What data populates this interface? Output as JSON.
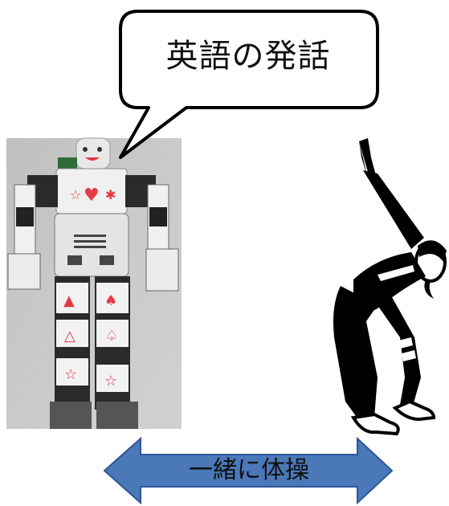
{
  "speech_bubble": {
    "text": "英語の発話"
  },
  "arrow": {
    "text": "一緒に体操",
    "fill": "#4a78b9",
    "stroke": "#2f5597"
  },
  "colors": {
    "bubble_stroke": "#000000",
    "photo_bg": "#c8c8c6",
    "robot_panel": "#f2f2f2",
    "robot_symbol": "#e63946"
  },
  "images": {
    "left": "robot-photo",
    "right": "stretching-person-silhouette"
  }
}
